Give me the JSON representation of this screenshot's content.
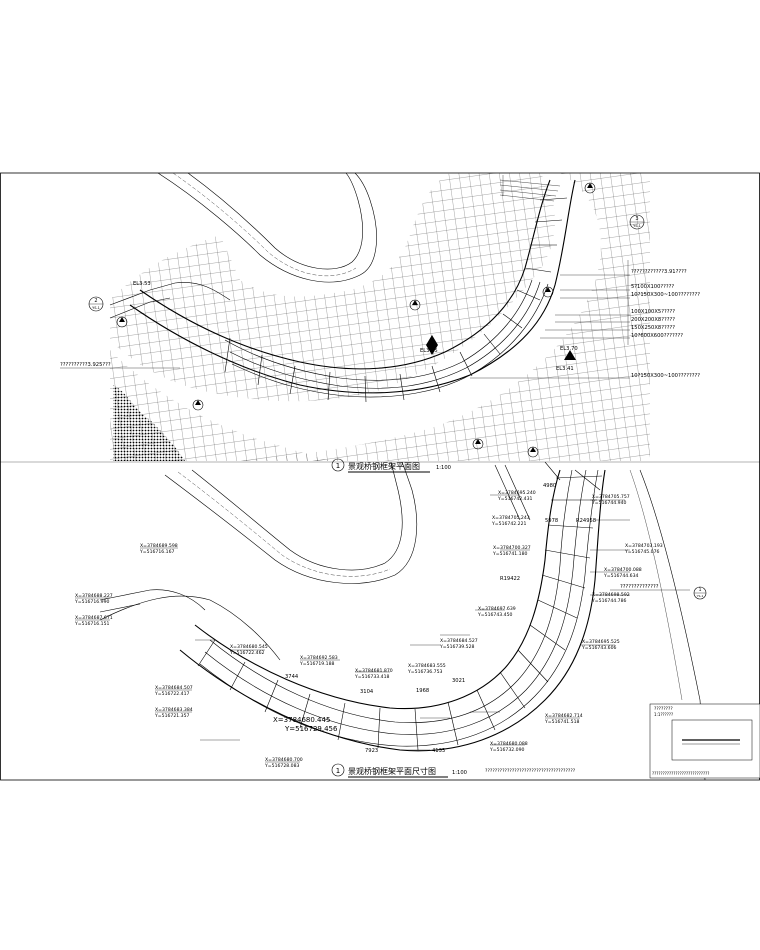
{
  "plan_title": "景观桥钢框架平面图",
  "plan_scale": "1:100",
  "plan_index": "1",
  "dim_title": "景观桥钢框架平面尺寸图",
  "dim_scale": "1:100",
  "dim_index": "1",
  "plan_callouts": [
    "????????????3.91????",
    "5?100X100?????",
    "10?150X300~100????????",
    "100X100X5?????",
    "200X200X8?????",
    "150X250X8?????",
    "10?600X600???????",
    "10?150X300~100????????"
  ],
  "plan_left_callout": "??????????3.925???",
  "plan_levels": [
    "EL3.53",
    "EL3.65",
    "EL3.70",
    "EL3.41"
  ],
  "section_marks": [
    {
      "num": "3",
      "sheet": "YS-1"
    },
    {
      "num": "2",
      "sheet": "YS-1"
    },
    {
      "num": "1",
      "sheet": "YS-1"
    }
  ],
  "dim_right_callout": "??????????????",
  "coords": [
    "X=3784695.240",
    "Y=516742.431",
    "X=3784705.757",
    "Y=516744.940",
    "X=3784705.243",
    "Y=516742.221",
    "X=3784700.327",
    "Y=516741.180",
    "X=3784703.193",
    "Y=516745.076",
    "X=3784700.088",
    "Y=516744.634",
    "X=3784698.592",
    "Y=516744.786",
    "X=3784697.639",
    "Y=516743.450",
    "X=3784689.598",
    "Y=516716.167",
    "X=3784688.227",
    "Y=516716.990",
    "X=3784687.671",
    "Y=516716.151",
    "X=3784695.525",
    "Y=516743.606",
    "X=3784682.714",
    "Y=516741.518",
    "X=3784684.527",
    "Y=516739.528",
    "X=3784683.555",
    "Y=516736.753",
    "X=3784681.870",
    "Y=516733.418",
    "X=3784680.088",
    "Y=516732.090",
    "X=3784680.545",
    "Y=516722.462",
    "X=3784692.583",
    "Y=516719.188",
    "X=3784684.507",
    "Y=516722.417",
    "X=3784683.384",
    "Y=516721.357",
    "X=3784680.700",
    "Y=516728.083",
    "X=3784680.445",
    "Y=516729.456"
  ],
  "dims": [
    "3744",
    "3104",
    "1968",
    "3021",
    "4133",
    "7923",
    "5978",
    "R24958",
    "R19422",
    "4980"
  ],
  "notes": "?????????????????????????????????????",
  "legend_title": "????????",
  "legend_sub": "1:1??????",
  "legend_caption": "???????????????????????????"
}
